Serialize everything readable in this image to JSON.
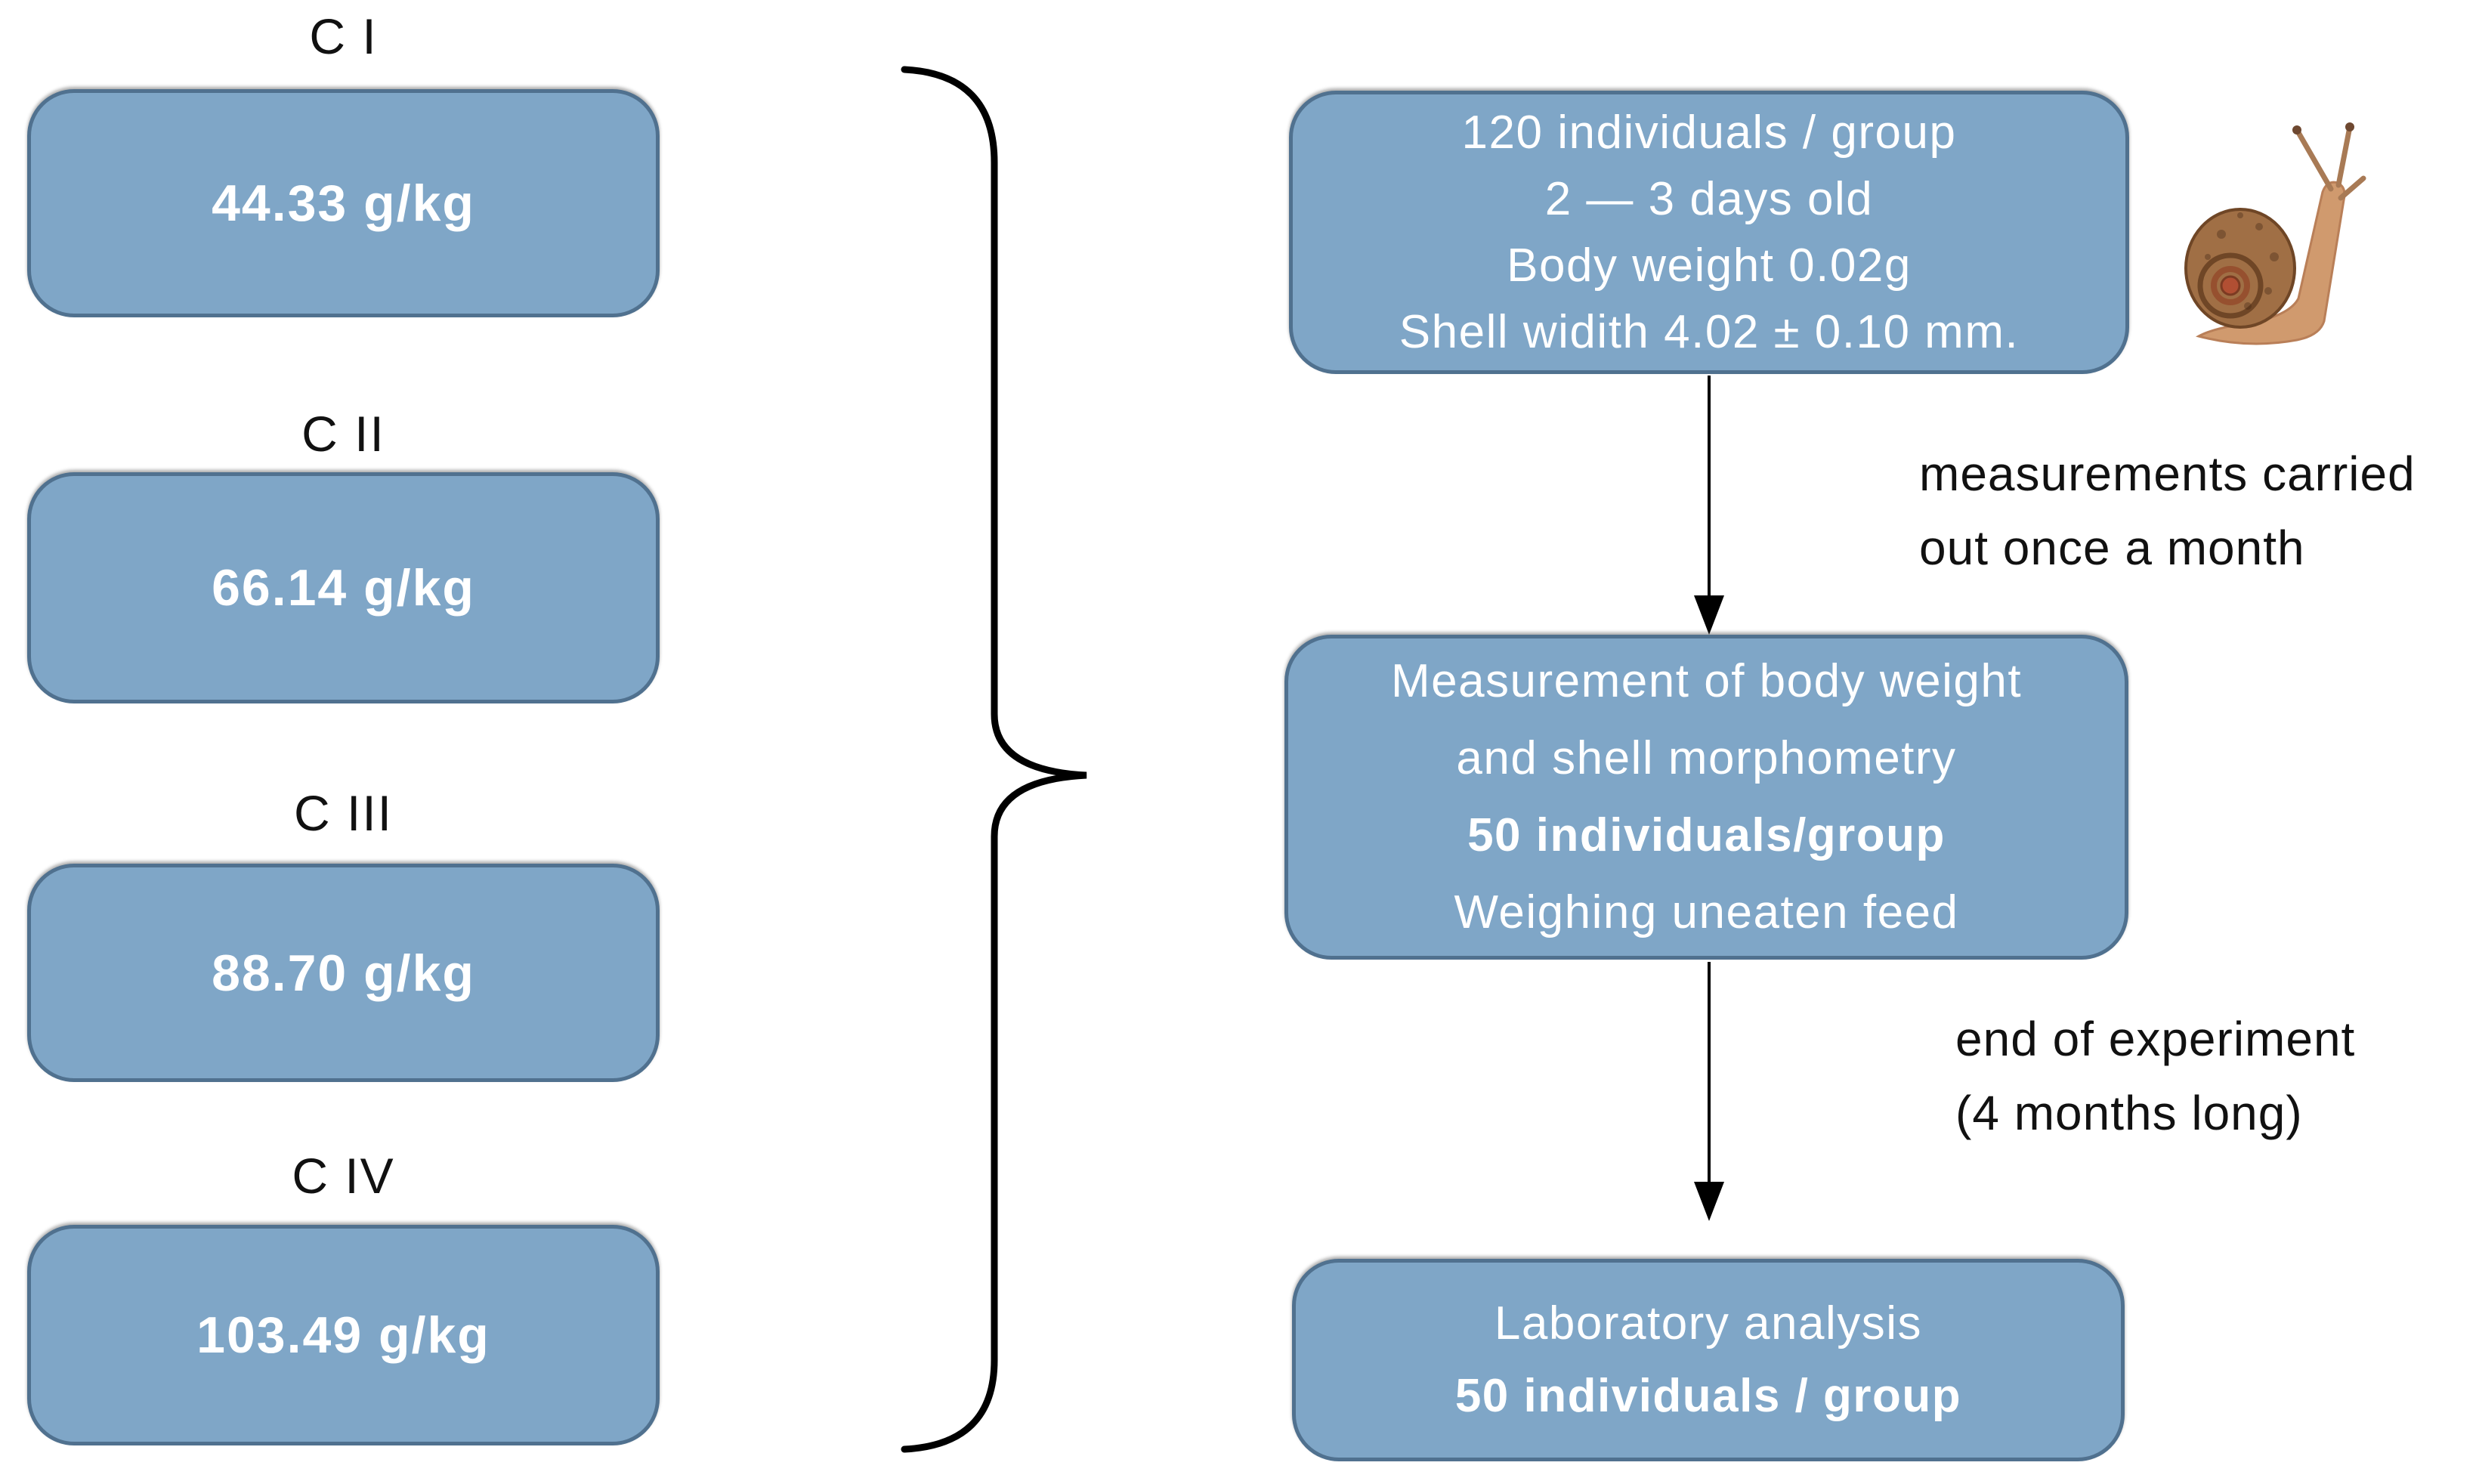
{
  "colors": {
    "box_fill": "#7FA6C7",
    "box_border": "#50718F",
    "box_text": "#FFFFFF",
    "label_text": "#111111",
    "connector": "#000000"
  },
  "left_panel": {
    "groups": [
      {
        "label": "C I",
        "dose": "44.33 g/kg"
      },
      {
        "label": "C II",
        "dose": "66.14 g/kg"
      },
      {
        "label": "C III",
        "dose": "88.70 g/kg"
      },
      {
        "label": "C IV",
        "dose": "103.49 g/kg"
      }
    ]
  },
  "flowchart": {
    "start_box": {
      "lines": [
        "120 individuals / group",
        "2 — 3 days old",
        "Body weight 0.02g",
        "Shell widith 4.02 ± 0.10 mm."
      ]
    },
    "annotation_1": {
      "lines": [
        "measurements carried",
        "out once a month"
      ]
    },
    "middle_box": {
      "lines": [
        "Measurement of body weight",
        "and shell morphometry",
        "50 individuals/group",
        "Weighing uneaten feed"
      ]
    },
    "annotation_2": {
      "lines": [
        "end of experiment",
        "(4 months long)"
      ]
    },
    "end_box": {
      "lines": [
        "Laboratory analysis",
        "50 individuals / group"
      ]
    }
  },
  "snail_alt": "juvenile snail"
}
